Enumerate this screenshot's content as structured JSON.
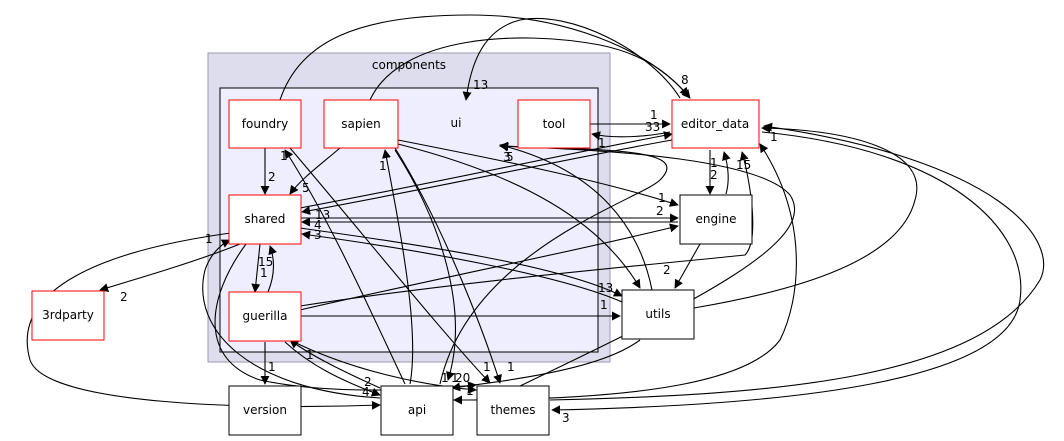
{
  "diagram": {
    "clusters": {
      "components": "components",
      "ui": "ui"
    },
    "nodes": {
      "foundry": "foundry",
      "sapien": "sapien",
      "tool": "tool",
      "shared": "shared",
      "guerilla": "guerilla",
      "editor_data": "editor_data",
      "engine": "engine",
      "utils": "utils",
      "3rdparty": "3rdparty",
      "version": "version",
      "api": "api",
      "themes": "themes"
    },
    "edge_labels": {
      "l_top13": "13",
      "l_top8": "8",
      "l_tool_ed1": "1",
      "l_tool_ed33": "33",
      "l_ui3": "3",
      "l_ui5": "5",
      "l_tool1": "1",
      "l_ed1": "1",
      "l_ed2": "2",
      "l_ed15": "15",
      "l_ed1b": "1",
      "l_foundry_shared2": "2",
      "l_sapien_shared5": "5",
      "l_sapien_eng1": "1",
      "l_shared13": "13",
      "l_shared4": "4",
      "l_shared3": "3",
      "l_shared_eng2": "2",
      "l_eng_utils2": "2",
      "l_utils13": "13",
      "l_utils1": "1",
      "l_shared_guer15": "15",
      "l_shared_guer1": "1",
      "l_shared_3rd2": "2",
      "l_shared1": "1",
      "l_sapien1": "1",
      "l_foundry1": "1",
      "l_version1": "1",
      "l_guer1": "1",
      "l_api2": "2",
      "l_api4": "4",
      "l_api1": "1",
      "l_themes_a": "1",
      "l_themes_b": "1",
      "l_themes_c": "20",
      "l_themes_d": "1",
      "l_themes_e": "1",
      "l_themes3": "3"
    }
  }
}
